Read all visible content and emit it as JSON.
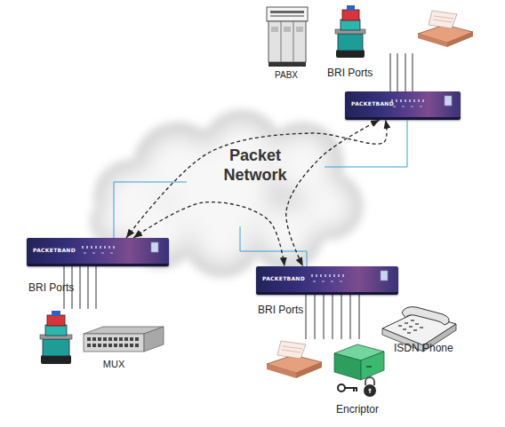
{
  "diagram": {
    "nodes": [
      {
        "text": [
          "PACKETBAND"
        ]
      },
      {
        "text": [
          "Packet Network"
        ]
      },
      {
        "text": [
          "PACKETBAND"
        ]
      },
      {
        "text": [
          "PACKETBAND"
        ]
      }
    ],
    "edges": [
      {
        "from": 0,
        "to": 1,
        "arrow": "none"
      },
      {
        "from": 2,
        "to": 1,
        "arrow": "none"
      },
      {
        "from": 3,
        "to": 1,
        "arrow": "none"
      },
      {
        "from": 2,
        "to": 0,
        "arrow": "both"
      },
      {
        "from": 2,
        "to": 3,
        "arrow": "both"
      },
      {
        "from": 0,
        "to": 3,
        "arrow": "both"
      }
    ],
    "labels": [
      "PABX",
      "BRI Ports",
      "BRI Ports",
      "BRI Ports",
      "ISDN Phone",
      "MUX",
      "Encriptor"
    ]
  }
}
